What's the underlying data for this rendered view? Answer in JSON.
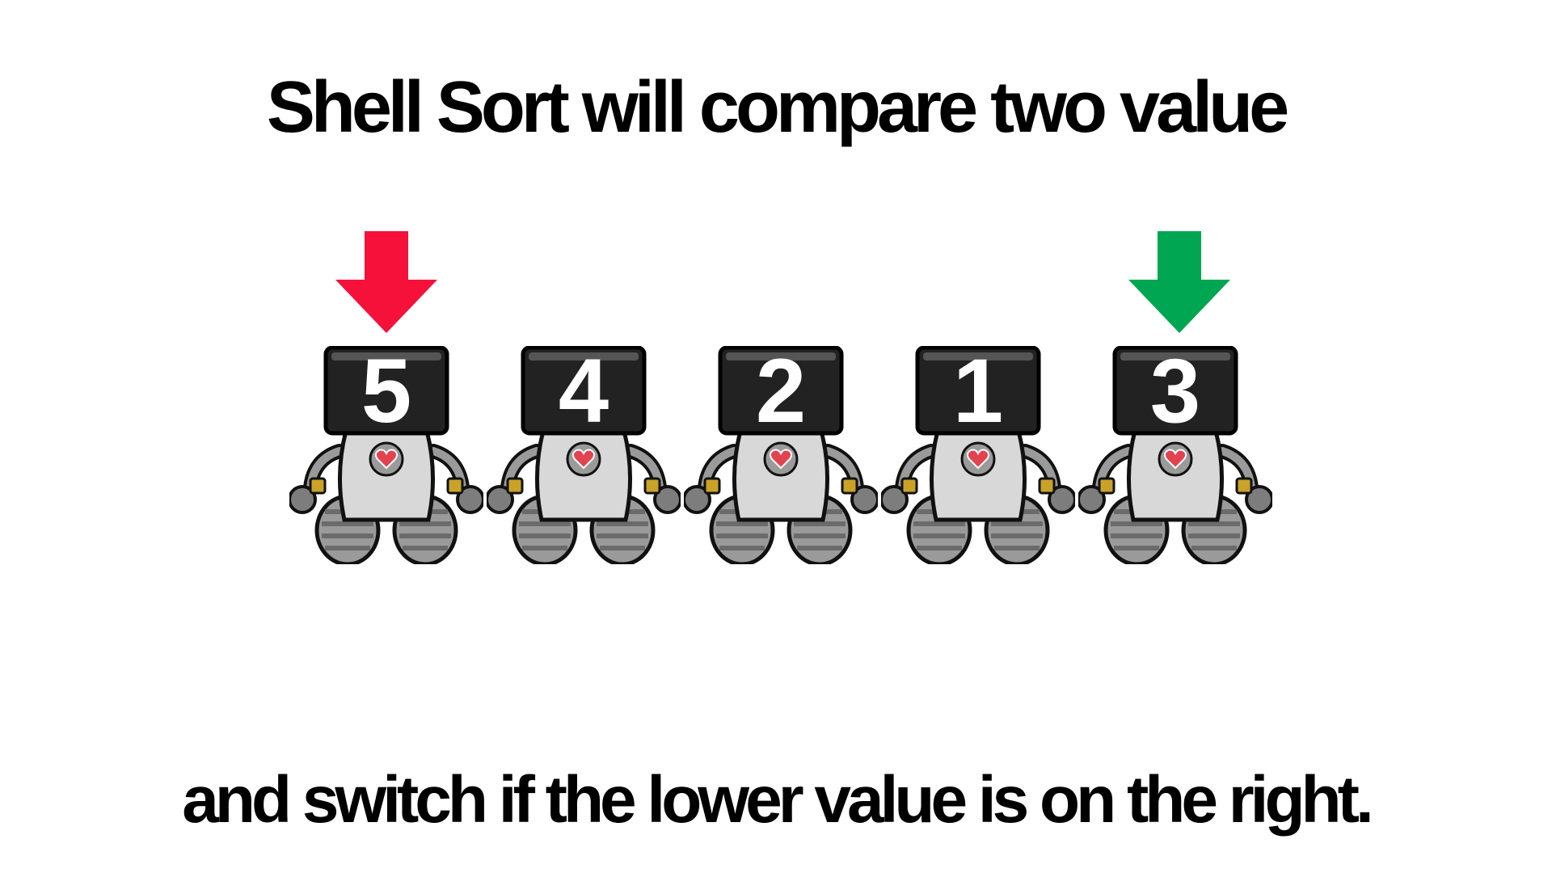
{
  "title": "Shell Sort will compare two value",
  "caption": "and switch if the lower value is on the right.",
  "robots": [
    {
      "value": "5"
    },
    {
      "value": "4"
    },
    {
      "value": "2"
    },
    {
      "value": "1"
    },
    {
      "value": "3"
    }
  ],
  "markers": {
    "left": {
      "position": 1,
      "color": "#f5113a",
      "icon": "down-arrow-icon"
    },
    "right": {
      "position": 5,
      "color": "#00a651",
      "icon": "down-arrow-icon"
    }
  },
  "colors": {
    "screen": "#222222",
    "body": "#d8d8d8",
    "heart": "#e3424f",
    "joint": "#c9a227"
  }
}
